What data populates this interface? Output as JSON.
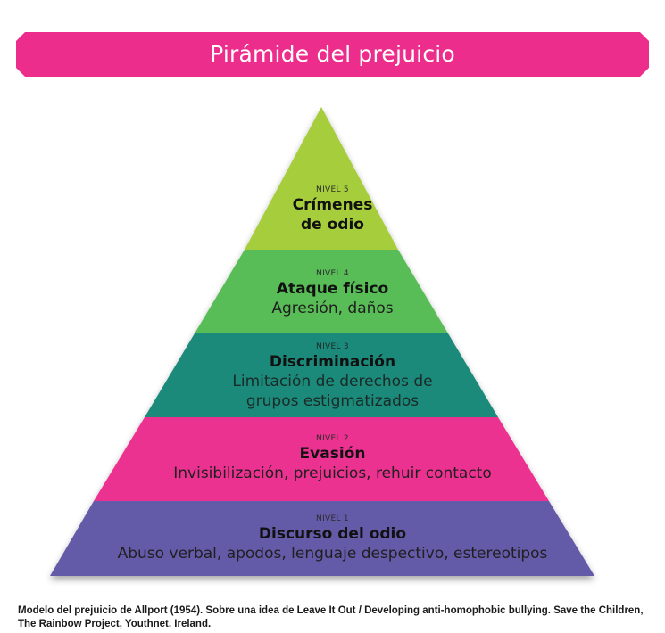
{
  "title": "Pirámide del prejuicio",
  "colors": {
    "banner": "#ec2d8c",
    "level5": "#a6cd3a",
    "level4": "#58bd57",
    "level3": "#1e8a7a",
    "level2": "#ec3390",
    "level1": "#645aa8"
  },
  "levels": [
    {
      "level_label": "NIVEL 5",
      "name_line1": "Crímenes",
      "name_line2": "de odio",
      "description": ""
    },
    {
      "level_label": "NIVEL 4",
      "name": "Ataque físico",
      "description": "Agresión, daños"
    },
    {
      "level_label": "NIVEL 3",
      "name": "Discriminación",
      "description_line1": "Limitación de derechos de",
      "description_line2": "grupos estigmatizados"
    },
    {
      "level_label": "NIVEL 2",
      "name": "Evasión",
      "description": "Invisibilización, prejuicios, rehuir contacto"
    },
    {
      "level_label": "NIVEL 1",
      "name": "Discurso del odio",
      "description": "Abuso verbal, apodos, lenguaje despectivo, estereotipos"
    }
  ],
  "caption": "Modelo del prejuicio de Allport (1954). Sobre una idea de Leave It Out / Developing anti-homophobic bullying. Save the Children, The Rainbow Project, Youthnet. Ireland."
}
